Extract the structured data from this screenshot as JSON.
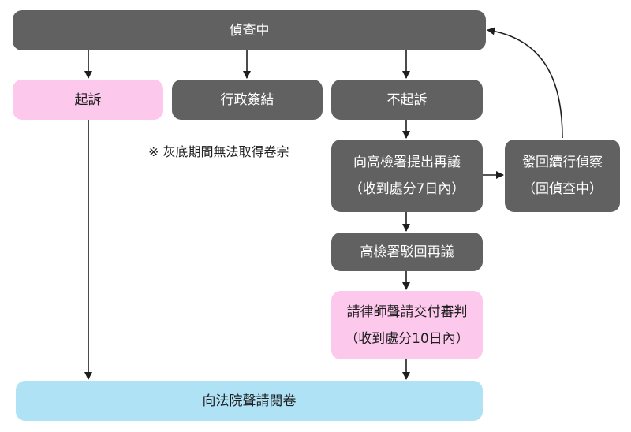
{
  "nodes": {
    "investigating": "偵查中",
    "prosecution": "起訴",
    "admin_closure": "行政簽結",
    "non_prosecution": "不起訴",
    "reconsideration_line1": "向高檢署提出再議",
    "reconsideration_line2": "（收到處分7日內）",
    "remand_line1": "發回續行偵察",
    "remand_line2": "（回偵查中）",
    "dismissed": "高檢署駁回再議",
    "trial_request_line1": "請律師聲請交付審判",
    "trial_request_line2": "（收到處分10日內）",
    "court_access": "向法院聲請閱卷"
  },
  "note": "※ 灰底期間無法取得卷宗",
  "colors": {
    "gray_box": "#616161",
    "pink_box": "#fcc8ec",
    "blue_box": "#b0e2f6",
    "arrow": "#1e1e1e"
  }
}
